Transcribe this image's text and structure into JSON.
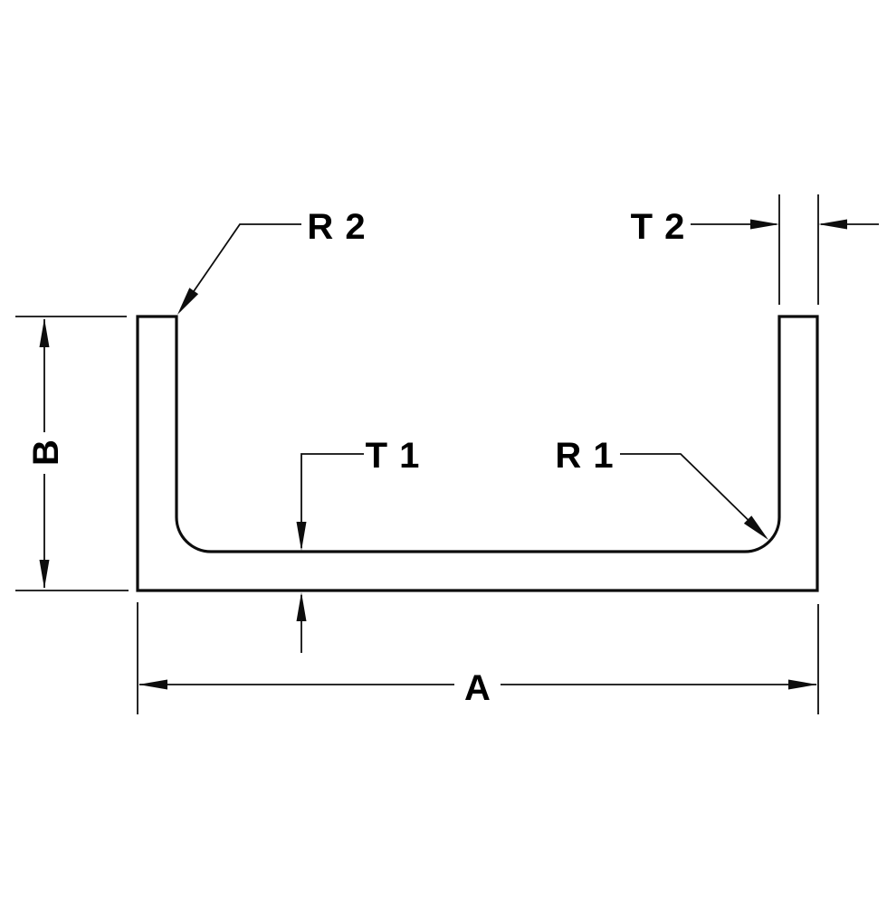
{
  "drawing": {
    "background_color": "#ffffff",
    "line_color": "#0d0d0d",
    "text_color": "#000000",
    "labels": {
      "corner_radius": "R 2",
      "flange_thickness": "T 2",
      "height": "B",
      "web_thickness": "T 1",
      "fillet_radius": "R 1",
      "width": "A"
    }
  }
}
